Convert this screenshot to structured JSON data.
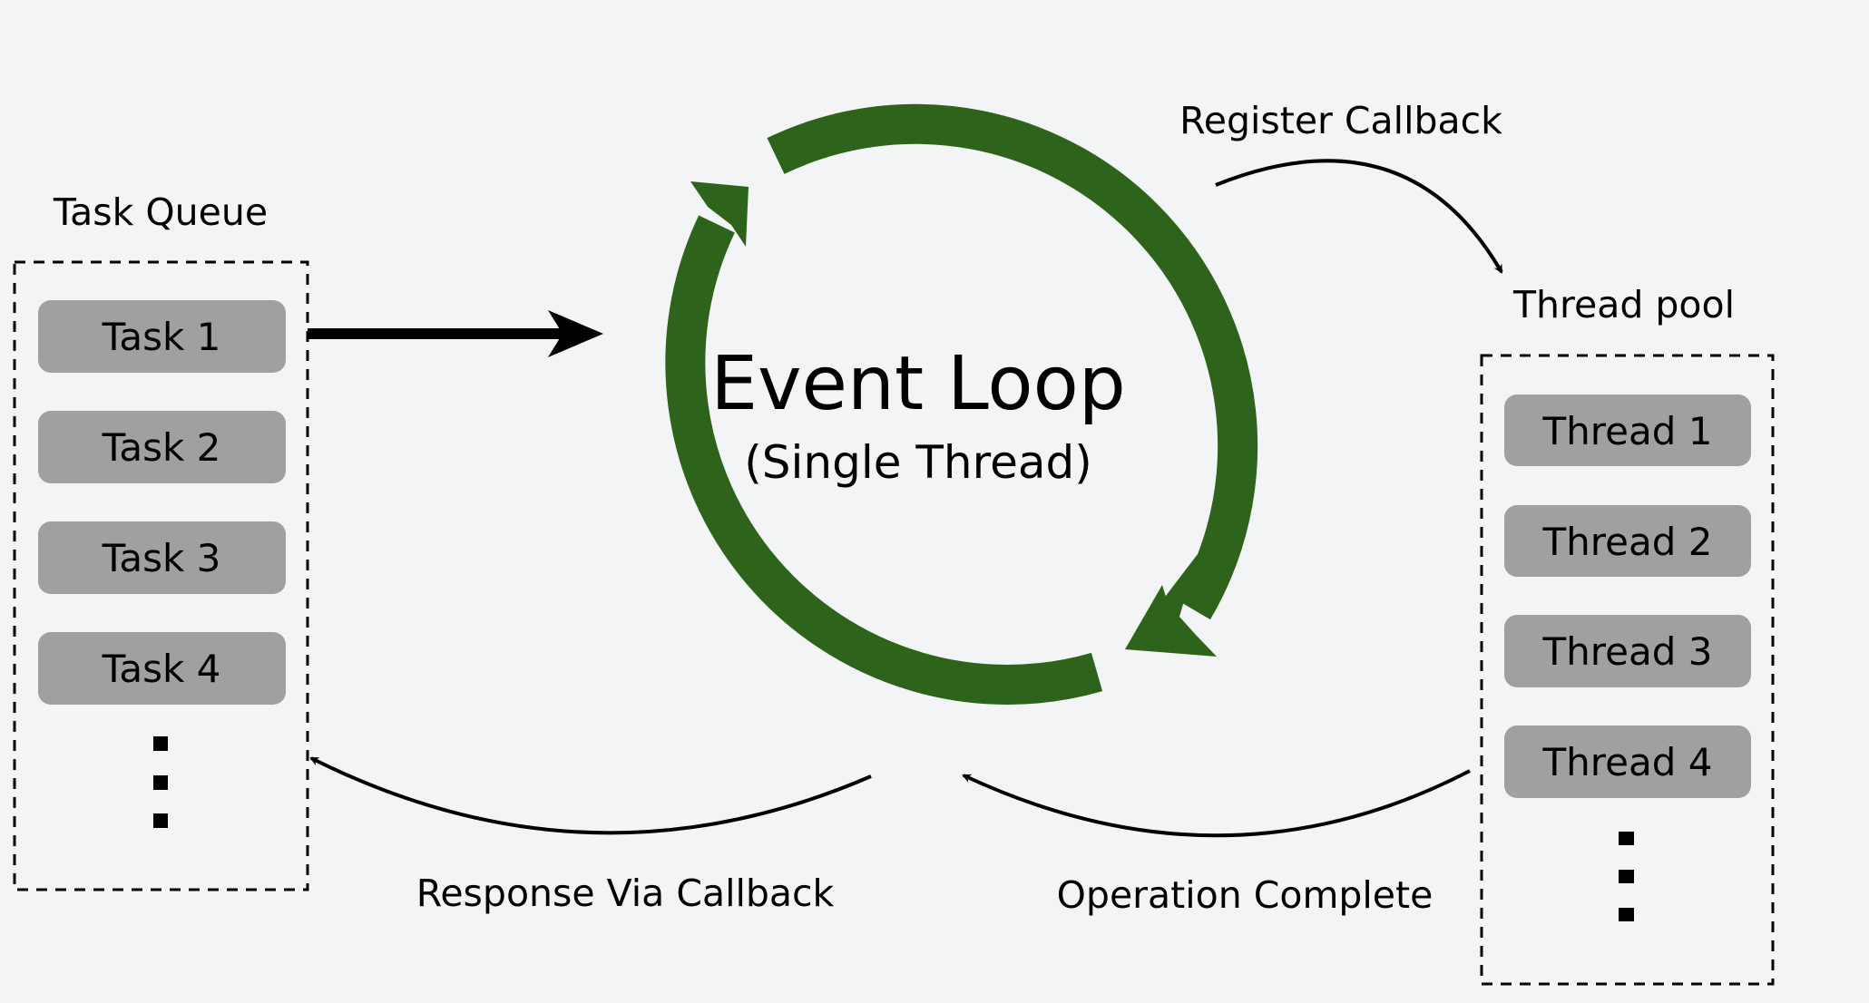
{
  "diagram": {
    "title": "Event Loop",
    "subtitle": "(Single Thread)",
    "colors": {
      "background": "#f3f4f6",
      "loop": "#2d631a",
      "box_fill": "#a0a0a0",
      "line": "#000000"
    },
    "task_queue": {
      "label": "Task Queue",
      "items": [
        "Task 1",
        "Task 2",
        "Task 3",
        "Task 4"
      ],
      "more_indicator": "vertical-ellipsis"
    },
    "thread_pool": {
      "label": "Thread pool",
      "items": [
        "Thread 1",
        "Thread 2",
        "Thread 3",
        "Thread 4"
      ],
      "more_indicator": "vertical-ellipsis"
    },
    "edges": {
      "register_callback": "Register Callback",
      "operation_complete": "Operation Complete",
      "response_via_callback": "Response Via Callback"
    }
  }
}
